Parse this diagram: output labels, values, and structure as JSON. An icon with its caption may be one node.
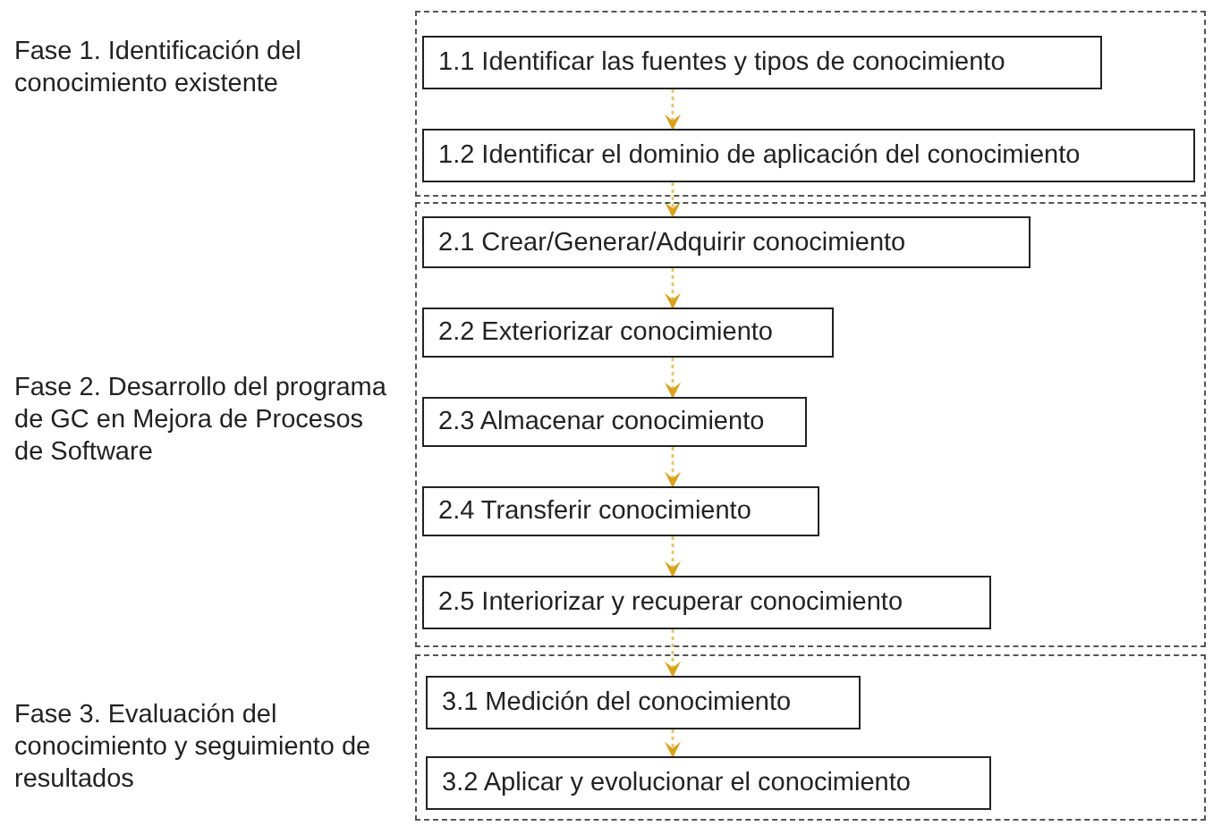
{
  "diagram": {
    "nodes": [
      {
        "text": [
          "Fase 1. Identificación del conocimiento existente"
        ]
      },
      {
        "text": [
          "1.1 Identificar las fuentes y tipos de conocimiento"
        ],
        "in": 0
      },
      {
        "text": [
          "1.2 Identificar el dominio de aplicación del conocimiento"
        ],
        "in": 0
      },
      {
        "text": [
          "Fase 2. Desarrollo del programa de GC en Mejora de Procesos de Software"
        ]
      },
      {
        "text": [
          "2.1 Crear/Generar/Adquirir conocimiento"
        ],
        "in": 3
      },
      {
        "text": [
          "2.2 Exteriorizar conocimiento"
        ],
        "in": 3
      },
      {
        "text": [
          "2.3 Almacenar conocimiento"
        ],
        "in": 3
      },
      {
        "text": [
          "2.4 Transferir conocimiento"
        ],
        "in": 3
      },
      {
        "text": [
          "2.5 Interiorizar y recuperar conocimiento"
        ],
        "in": 3
      },
      {
        "text": [
          "Fase 3. Evaluación del conocimiento y seguimiento de resultados"
        ]
      },
      {
        "text": [
          "3.1 Medición del conocimiento"
        ],
        "in": 9
      },
      {
        "text": [
          "3.2 Aplicar y evolucionar el conocimiento"
        ],
        "in": 9
      }
    ],
    "edges": [
      {
        "from": 1,
        "to": 2,
        "arrow": "to"
      },
      {
        "from": 2,
        "to": 4,
        "arrow": "to"
      },
      {
        "from": 4,
        "to": 5,
        "arrow": "to"
      },
      {
        "from": 5,
        "to": 6,
        "arrow": "to"
      },
      {
        "from": 6,
        "to": 7,
        "arrow": "to"
      },
      {
        "from": 7,
        "to": 8,
        "arrow": "to"
      },
      {
        "from": 8,
        "to": 10,
        "arrow": "to"
      },
      {
        "from": 10,
        "to": 11,
        "arrow": "to"
      }
    ]
  }
}
